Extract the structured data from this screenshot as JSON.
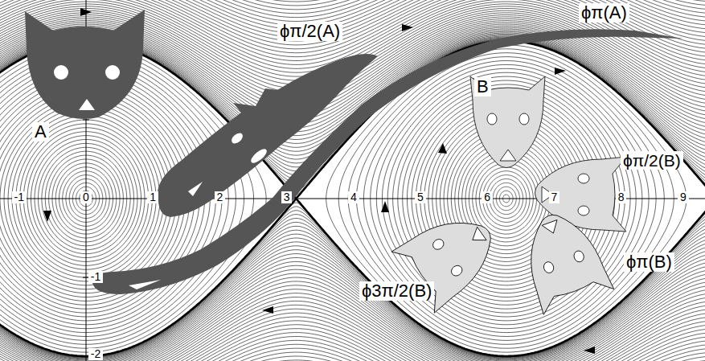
{
  "diagram": {
    "labels": [
      "ϕπ(A)",
      "ϕπ/2(A)",
      "A",
      "B",
      "ϕπ/2(B)",
      "-1",
      "0",
      "1",
      "2",
      "3",
      "4",
      "5",
      "6",
      "7",
      "8",
      "9",
      "-1",
      "-2",
      "ϕπ(B)",
      "ϕ3π/2(B)"
    ]
  }
}
